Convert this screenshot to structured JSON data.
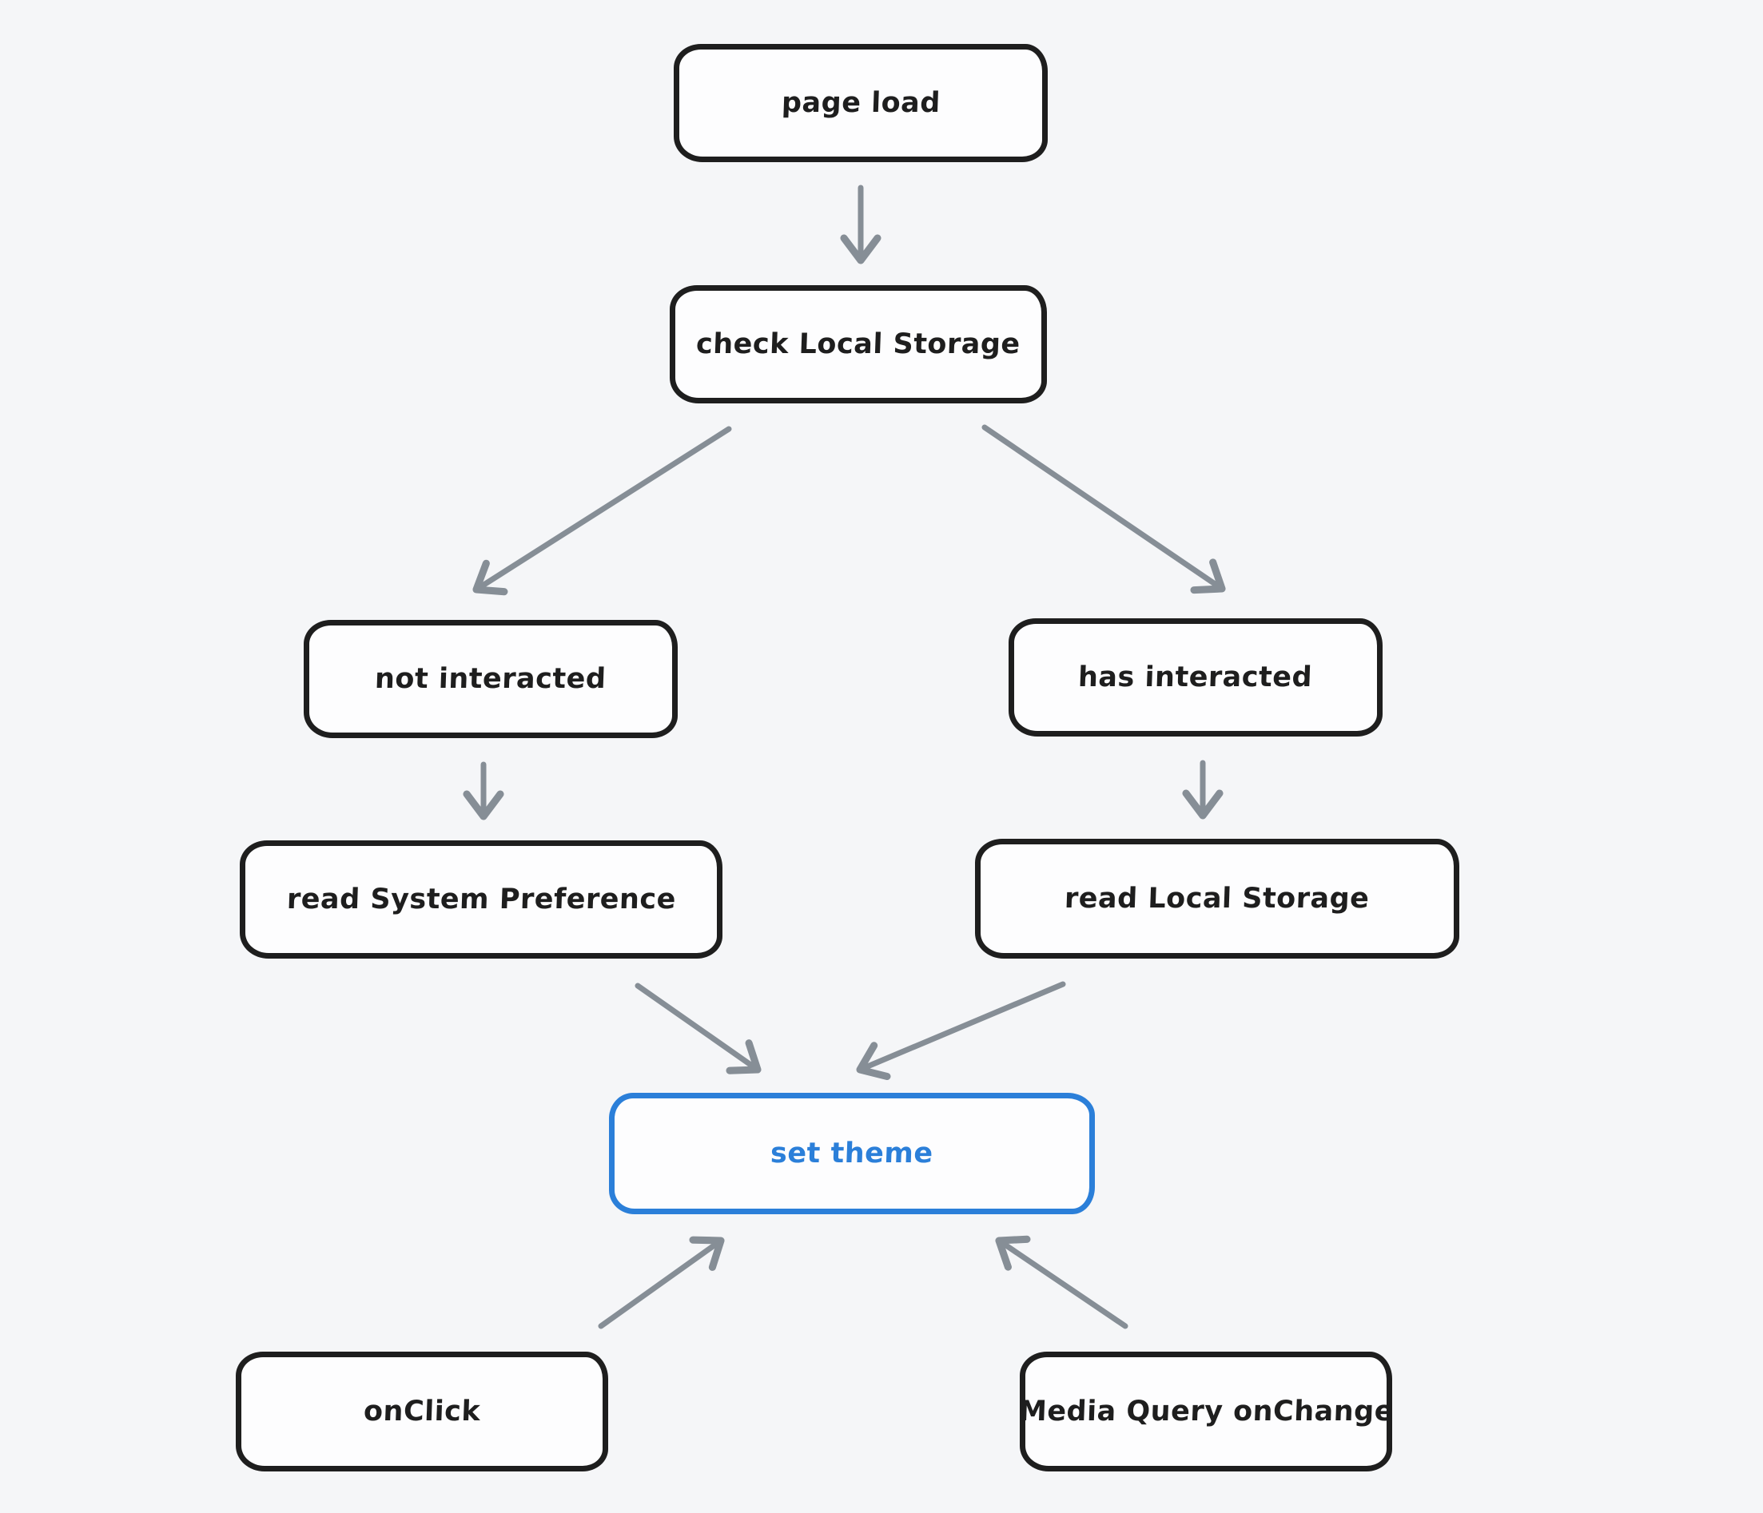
{
  "diagram": {
    "type": "flowchart",
    "style": "hand-drawn (excalidraw-like)",
    "colors": {
      "background": "#f5f6f8",
      "node_fill": "#fdfdfe",
      "node_stroke": "#1e1e1e",
      "text": "#1e1e1e",
      "accent": "#2b7fd9",
      "arrow": "#868e96"
    },
    "nodes": {
      "page_load": {
        "label": "page load",
        "highlighted": false
      },
      "check_local_storage": {
        "label": "check Local Storage",
        "highlighted": false
      },
      "not_interacted": {
        "label": "not interacted",
        "highlighted": false
      },
      "has_interacted": {
        "label": "has interacted",
        "highlighted": false
      },
      "read_system_preference": {
        "label": "read System Preference",
        "highlighted": false
      },
      "read_local_storage": {
        "label": "read Local Storage",
        "highlighted": false
      },
      "set_theme": {
        "label": "set theme",
        "highlighted": true
      },
      "on_click": {
        "label": "onClick",
        "highlighted": false
      },
      "media_query_onchange": {
        "label": "Media Query onChange",
        "highlighted": false
      }
    },
    "edges": [
      {
        "from": "page load",
        "to": "check Local Storage"
      },
      {
        "from": "check Local Storage",
        "to": "not interacted"
      },
      {
        "from": "check Local Storage",
        "to": "has interacted"
      },
      {
        "from": "not interacted",
        "to": "read System Preference"
      },
      {
        "from": "has interacted",
        "to": "read Local Storage"
      },
      {
        "from": "read System Preference",
        "to": "set theme"
      },
      {
        "from": "read Local Storage",
        "to": "set theme"
      },
      {
        "from": "onClick",
        "to": "set theme"
      },
      {
        "from": "Media Query onChange",
        "to": "set theme"
      }
    ]
  }
}
